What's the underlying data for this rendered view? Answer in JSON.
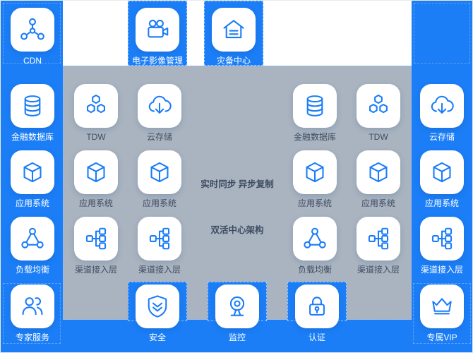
{
  "colors": {
    "accent_blue": "#1b7ef7",
    "panel_gray": "#a9b4c0",
    "icon_blue": "#1a7cf9",
    "label_dark": "#3f4c61",
    "label_light": "#ffffff"
  },
  "top_items": [
    {
      "label": "CDN",
      "icon": "cdn-network-icon"
    },
    {
      "label": "电子影像管理",
      "icon": "video-camera-icon"
    },
    {
      "label": "灾备中心",
      "icon": "disaster-recovery-building-icon"
    }
  ],
  "grid_items": [
    {
      "label": "金融数据库",
      "icon": "database-icon"
    },
    {
      "label": "TDW",
      "icon": "tdw-hexagons-icon"
    },
    {
      "label": "云存储",
      "icon": "cloud-storage-icon"
    },
    {
      "label": "应用系统",
      "icon": "app-system-cube-icon"
    },
    {
      "label": "应用系统",
      "icon": "app-system-cube-icon"
    },
    {
      "label": "应用系统",
      "icon": "app-system-cube-icon"
    },
    {
      "label": "负载均衡",
      "icon": "load-balancer-icon"
    },
    {
      "label": "渠道接入层",
      "icon": "channel-access-icon"
    },
    {
      "label": "渠道接入层",
      "icon": "channel-access-icon"
    }
  ],
  "center": {
    "line1": "实时同步 异步复制",
    "line2": "双活中心架构"
  },
  "bottom_items": [
    {
      "label": "专家服务",
      "icon": "users-icon"
    },
    {
      "label": "安全",
      "icon": "shield-icon"
    },
    {
      "label": "监控",
      "icon": "webcam-icon"
    },
    {
      "label": "认证",
      "icon": "lock-icon"
    },
    {
      "label": "专属VIP",
      "icon": "crown-icon"
    }
  ]
}
